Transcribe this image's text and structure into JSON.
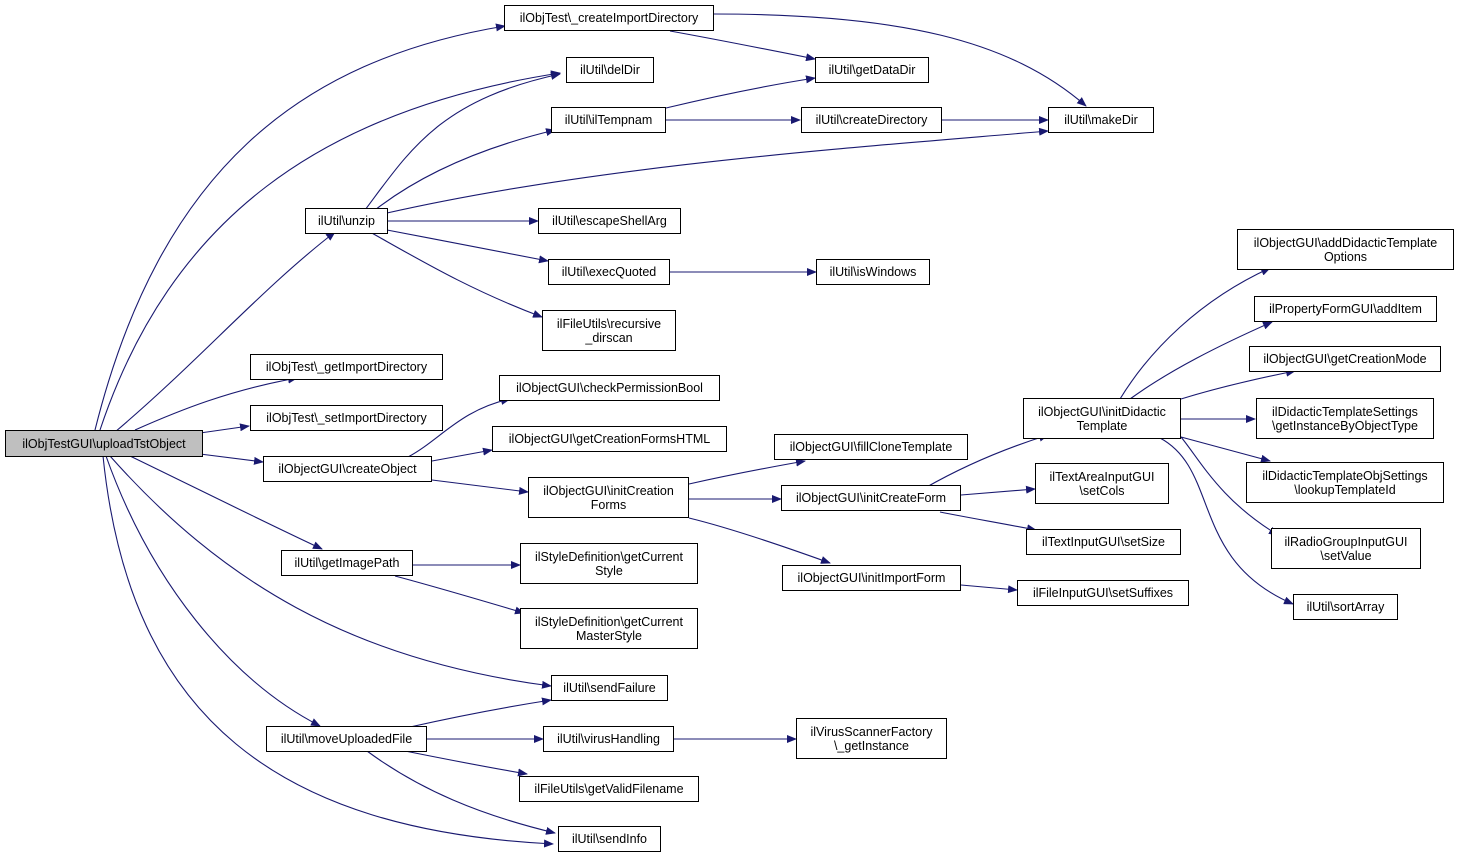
{
  "colors": {
    "edge": "#191970",
    "node_border": "#000000",
    "node_fill": "#ffffff",
    "root_fill": "#bfbfbf"
  },
  "nodes": {
    "root": "ilObjTestGUI\\uploadTstObject",
    "createImportDirectory": "ilObjTest\\_createImportDirectory",
    "delDir": "ilUtil\\delDir",
    "getDataDir": "ilUtil\\getDataDir",
    "ilTempnam": "ilUtil\\ilTempnam",
    "createDirectory": "ilUtil\\createDirectory",
    "makeDir": "ilUtil\\makeDir",
    "unzip": "ilUtil\\unzip",
    "escapeShellArg": "ilUtil\\escapeShellArg",
    "execQuoted": "ilUtil\\execQuoted",
    "isWindows": "ilUtil\\isWindows",
    "recursiveDirscan": "ilFileUtils\\recursive\n_dirscan",
    "getImportDirectory": "ilObjTest\\_getImportDirectory",
    "setImportDirectory": "ilObjTest\\_setImportDirectory",
    "createObject": "ilObjectGUI\\createObject",
    "checkPermissionBool": "ilObjectGUI\\checkPermissionBool",
    "getCreationFormsHTML": "ilObjectGUI\\getCreationFormsHTML",
    "initCreationForms": "ilObjectGUI\\initCreation\nForms",
    "fillCloneTemplate": "ilObjectGUI\\fillCloneTemplate",
    "initCreateForm": "ilObjectGUI\\initCreateForm",
    "initImportForm": "ilObjectGUI\\initImportForm",
    "initDidacticTemplate": "ilObjectGUI\\initDidactic\nTemplate",
    "setCols": "ilTextAreaInputGUI\n\\setCols",
    "setSize": "ilTextInputGUI\\setSize",
    "setSuffixes": "ilFileInputGUI\\setSuffixes",
    "addDidacticTemplateOptions": "ilObjectGUI\\addDidacticTemplate\nOptions",
    "addItem": "ilPropertyFormGUI\\addItem",
    "getCreationMode": "ilObjectGUI\\getCreationMode",
    "getInstanceByObjectType": "ilDidacticTemplateSettings\n\\getInstanceByObjectType",
    "lookupTemplateId": "ilDidacticTemplateObjSettings\n\\lookupTemplateId",
    "setValue": "ilRadioGroupInputGUI\n\\setValue",
    "sortArray": "ilUtil\\sortArray",
    "getImagePath": "ilUtil\\getImagePath",
    "getCurrentStyle": "ilStyleDefinition\\getCurrent\nStyle",
    "getCurrentMasterStyle": "ilStyleDefinition\\getCurrent\nMasterStyle",
    "sendFailure": "ilUtil\\sendFailure",
    "moveUploadedFile": "ilUtil\\moveUploadedFile",
    "virusHandling": "ilUtil\\virusHandling",
    "getVirusInstance": "ilVirusScannerFactory\n\\_getInstance",
    "getValidFilename": "ilFileUtils\\getValidFilename",
    "sendInfo": "ilUtil\\sendInfo"
  }
}
